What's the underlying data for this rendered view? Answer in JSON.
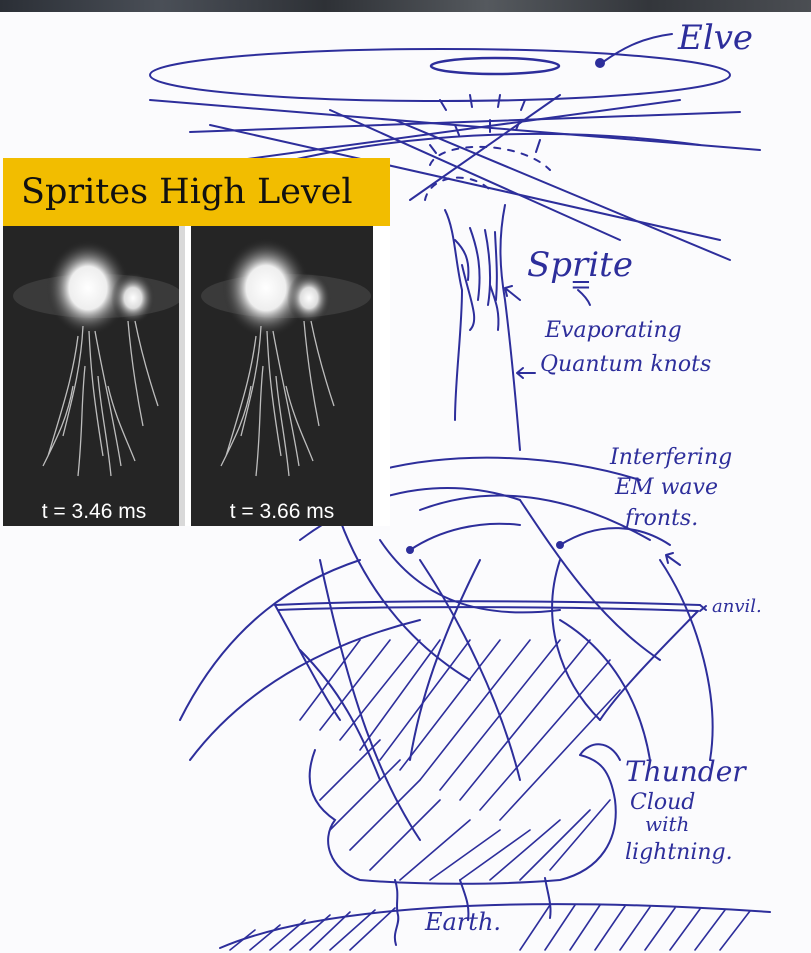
{
  "inset": {
    "title": "Sprites High Level",
    "frames": [
      {
        "time_label": "t = 3.46 ms"
      },
      {
        "time_label": "t = 3.66 ms"
      }
    ]
  },
  "labels": {
    "elve": "Elve",
    "sprite": "Sprite",
    "equals": "=",
    "evaporating": "Evaporating",
    "quantum_knots": "Quantum knots",
    "interfering": "Interfering",
    "em_wave": "EM wave",
    "fronts": "fronts.",
    "anvil": "anvil.",
    "thunder": "Thunder",
    "cloud": "Cloud",
    "with": "with",
    "lightning": "lightning.",
    "earth": "Earth."
  },
  "colors": {
    "ink": "#2d2e9b",
    "title_band": "#f2bd00",
    "photo_bg": "#222222"
  }
}
